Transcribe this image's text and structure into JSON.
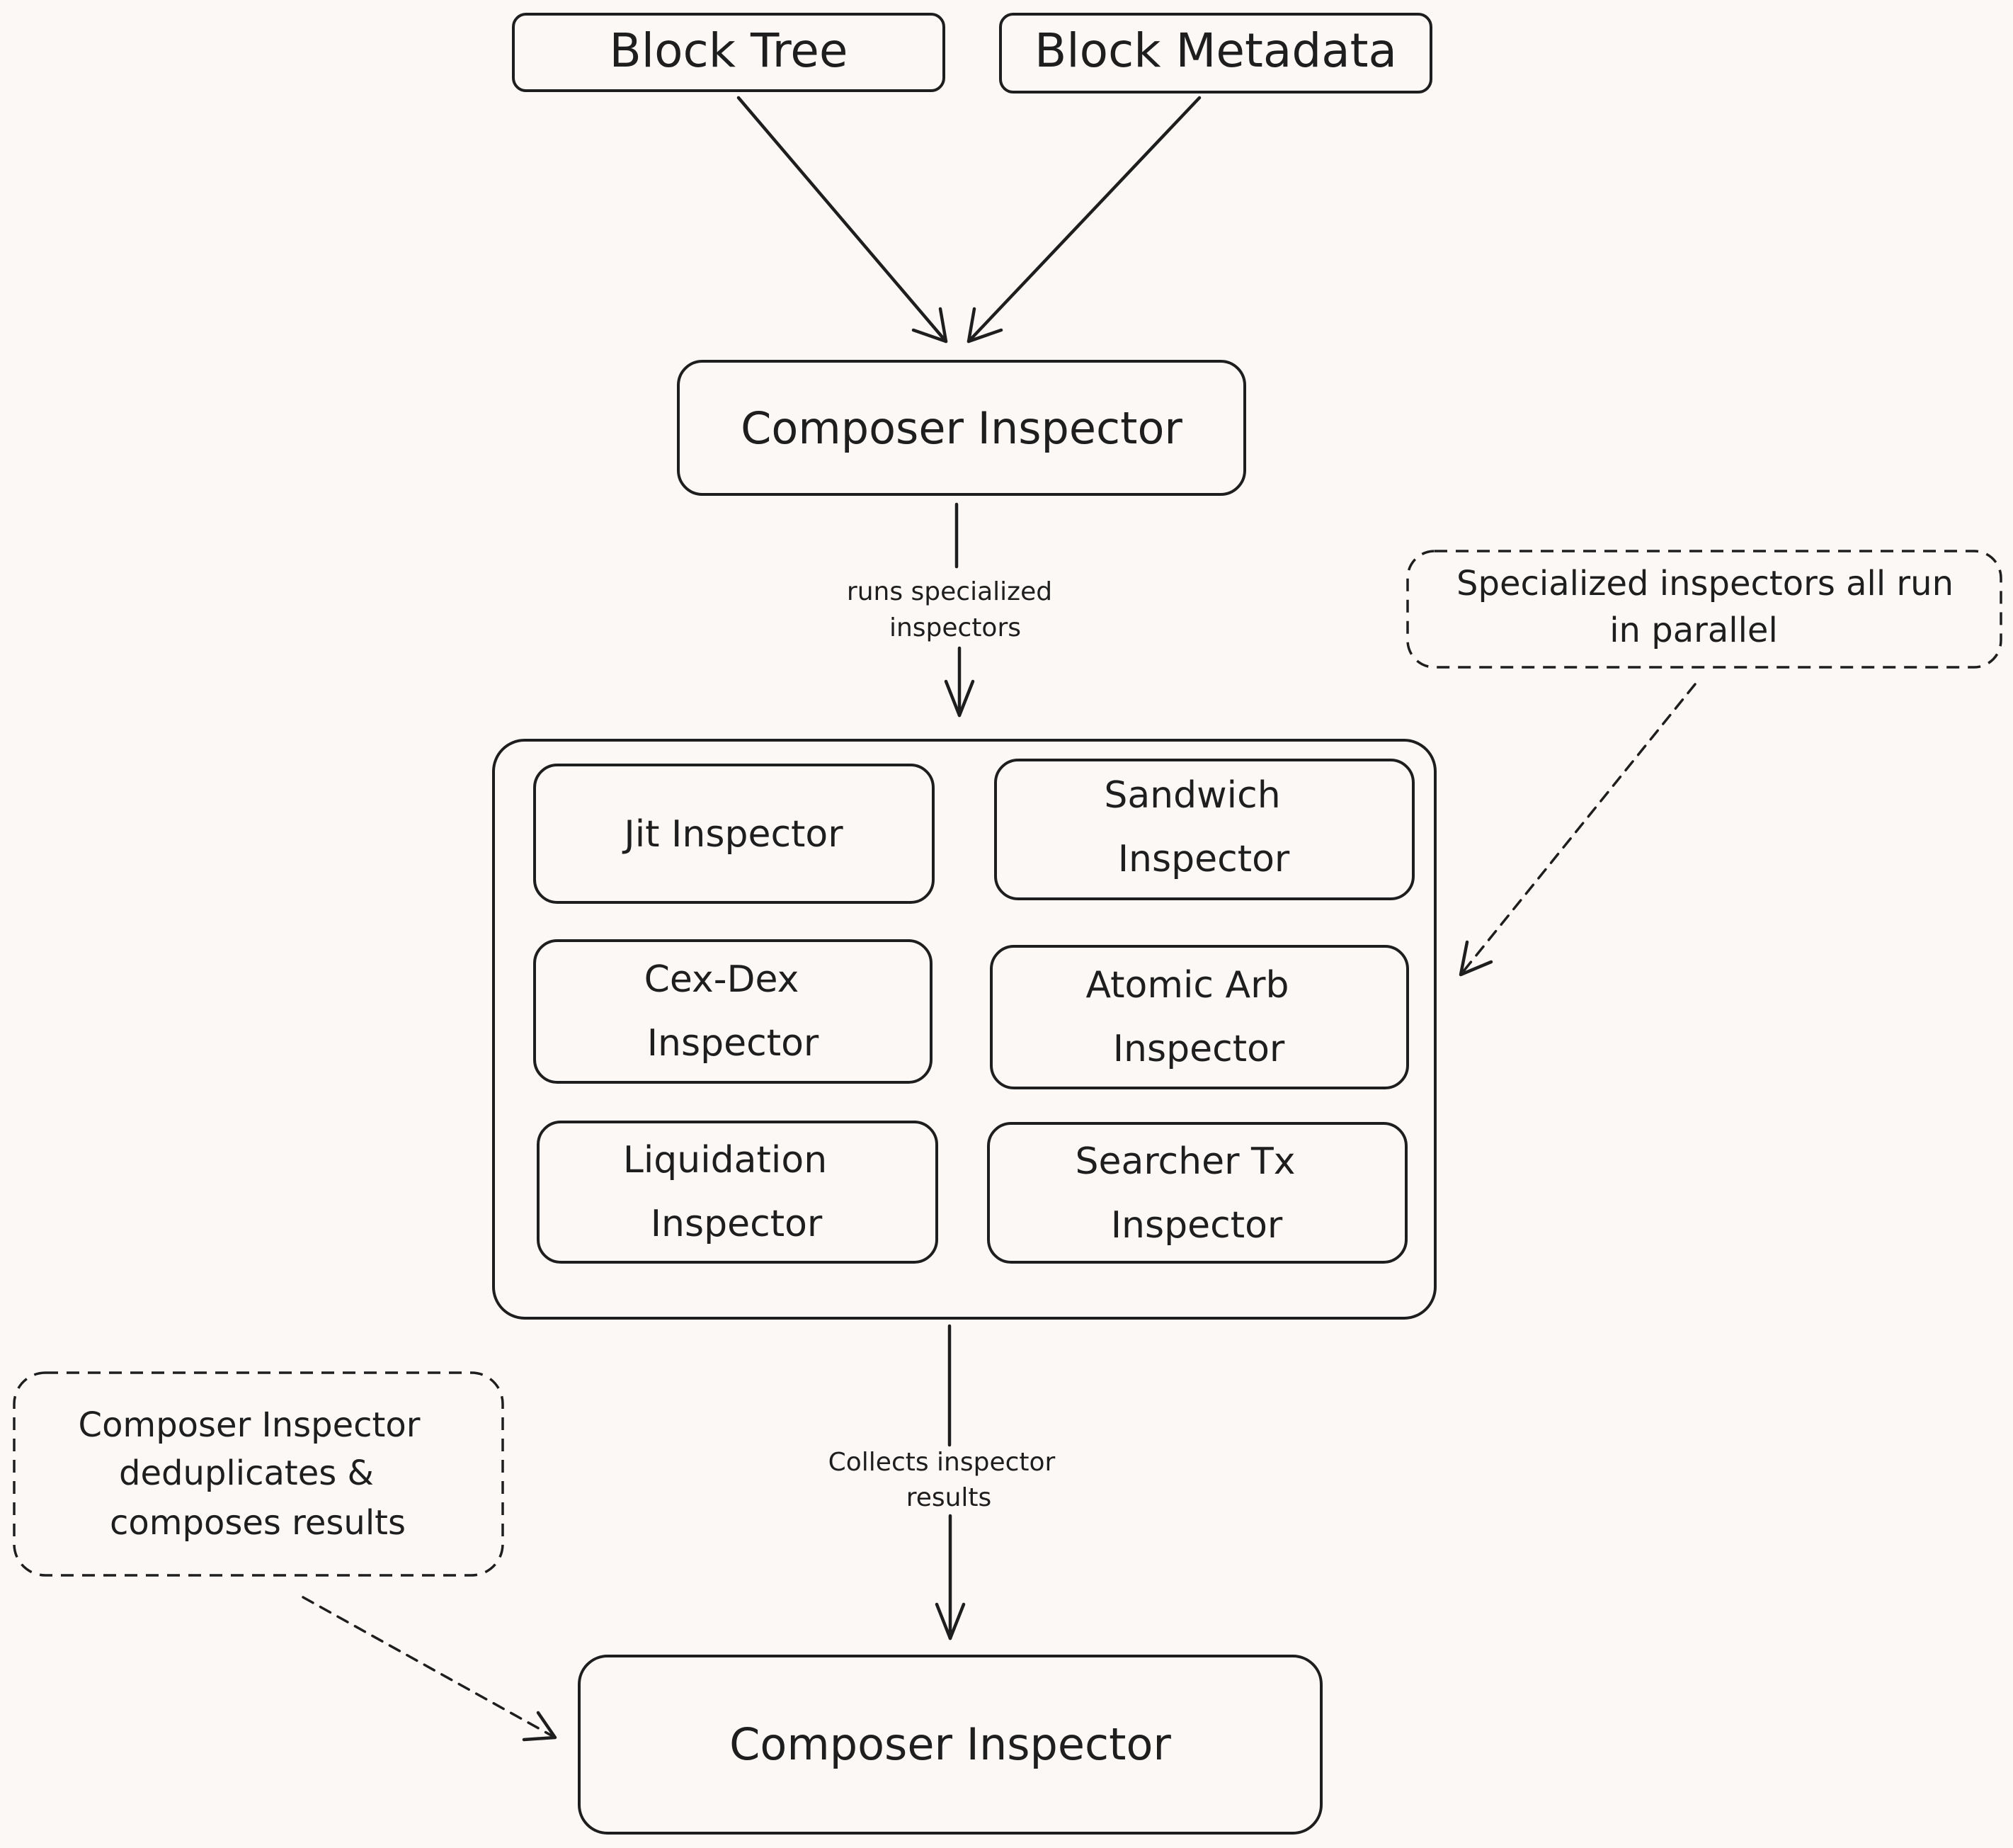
{
  "diagram": {
    "inputs": {
      "block_tree": "Block Tree",
      "block_metadata": "Block Metadata"
    },
    "composer_top": "Composer Inspector",
    "edge_runs": [
      "runs specialized",
      "inspectors"
    ],
    "specialized": {
      "jit": [
        "Jit Inspector"
      ],
      "sandwich": [
        "Sandwich",
        "Inspector"
      ],
      "cex_dex": [
        "Cex-Dex",
        "Inspector"
      ],
      "atomic_arb": [
        "Atomic Arb",
        "Inspector"
      ],
      "liquidation": [
        "Liquidation",
        "Inspector"
      ],
      "searcher_tx": [
        "Searcher Tx",
        "Inspector"
      ]
    },
    "note_parallel": [
      "Specialized inspectors all run",
      "in parallel"
    ],
    "edge_collects": [
      "Collects inspector",
      "results"
    ],
    "note_dedup": [
      "Composer Inspector",
      "deduplicates &",
      "composes results"
    ],
    "composer_bottom": "Composer Inspector"
  }
}
